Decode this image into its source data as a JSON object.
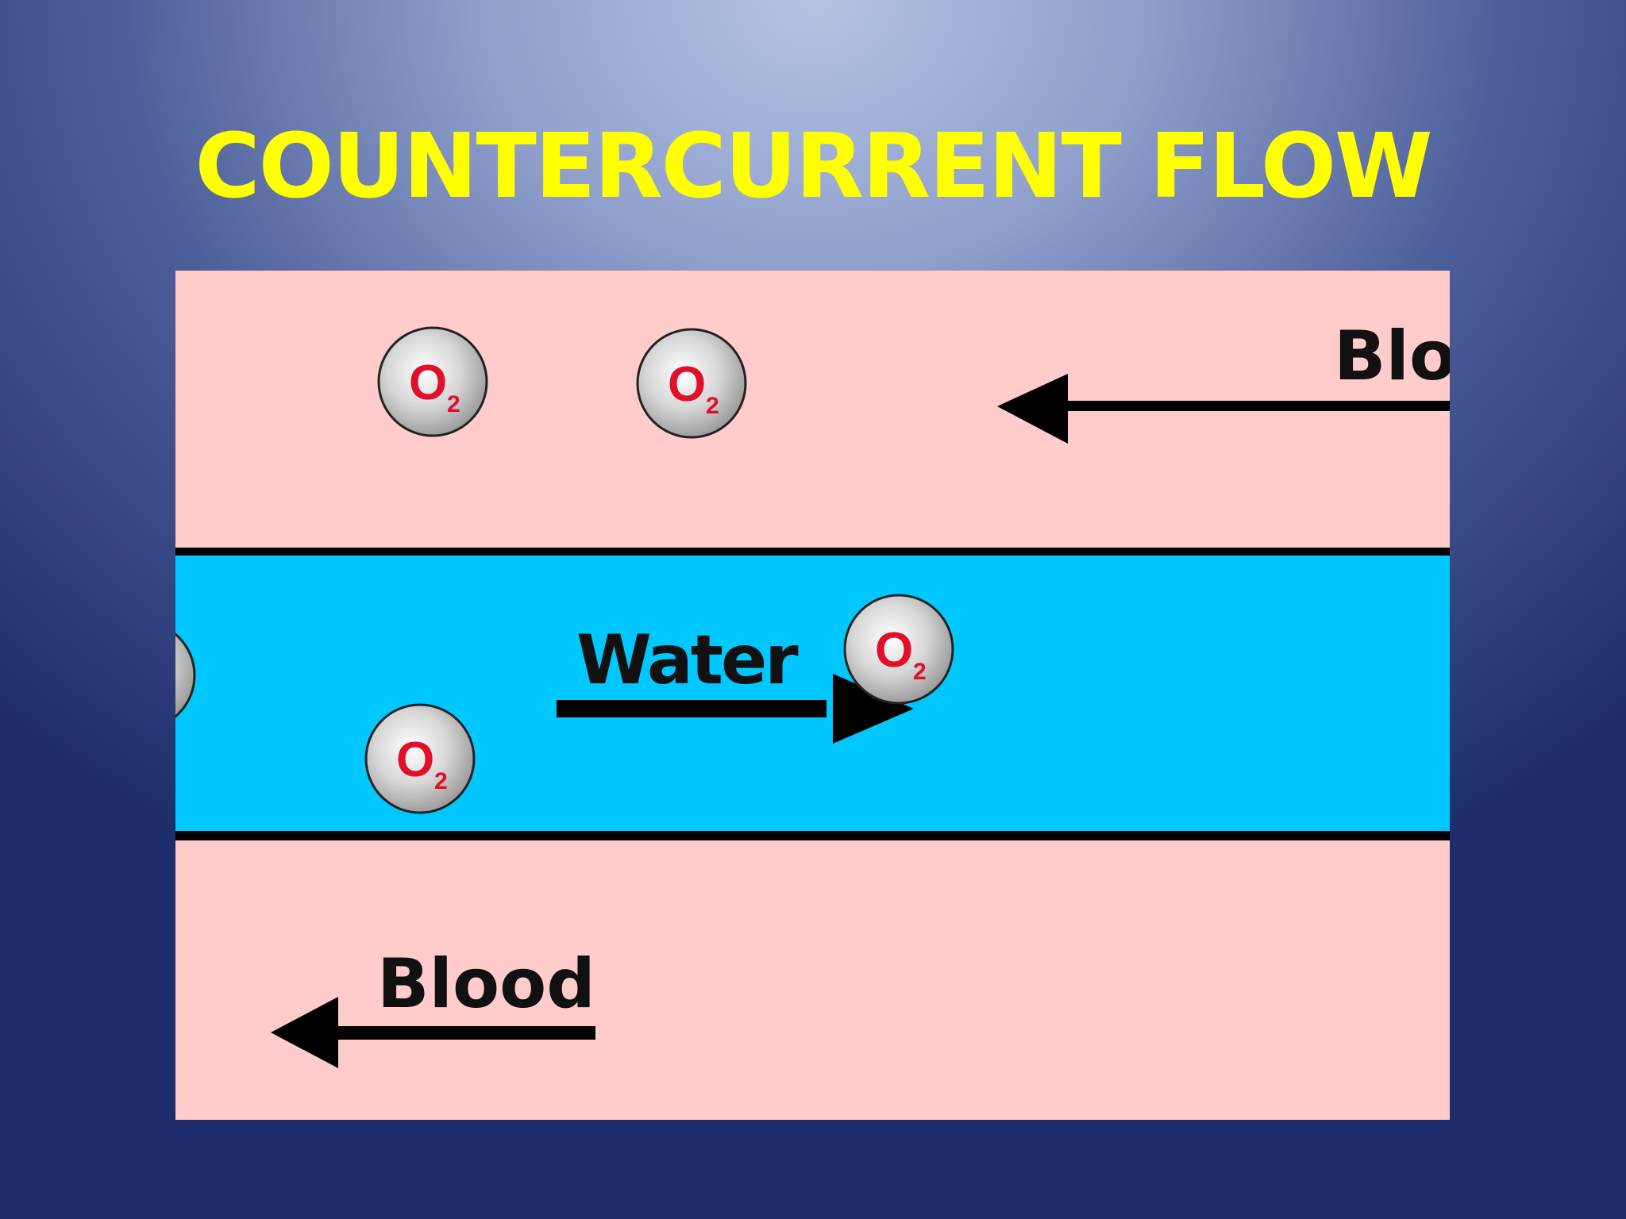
{
  "slide": {
    "title": "COUNTERCURRENT FLOW"
  },
  "diagram": {
    "blood_top_label": "Blo",
    "water_label": "Water",
    "blood_bottom_label": "Blood",
    "molecule_symbol": "O",
    "molecule_subscript": "2",
    "colors": {
      "title": "#ffff00",
      "blood_channel": "#ffcbcb",
      "water_channel": "#00c8ff",
      "membrane": "#000000",
      "molecule_text": "#e0102a"
    },
    "flow_directions": {
      "blood_top": "left",
      "water": "right",
      "blood_bottom": "left"
    }
  }
}
